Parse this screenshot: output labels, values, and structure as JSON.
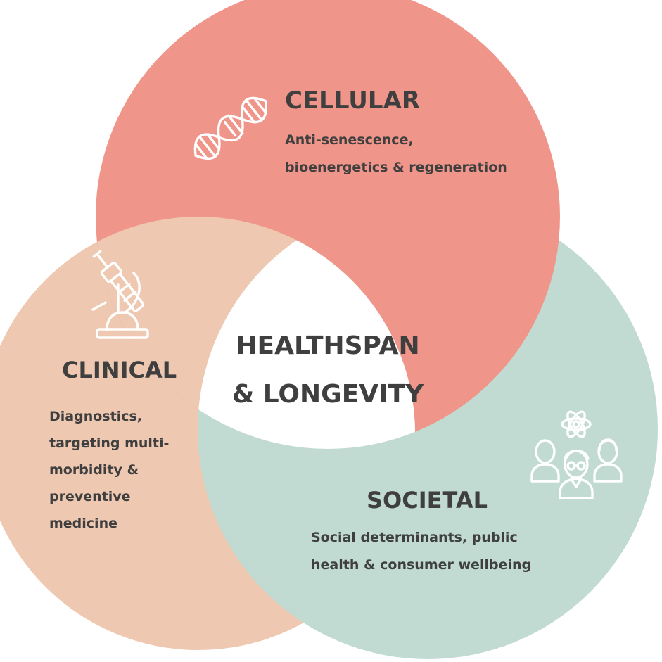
{
  "colors": {
    "cellular": "#ef958a",
    "clinical": "#eec8b0",
    "societal": "#c1dbd2",
    "center": "#ffffff",
    "text": "#3f3f3f",
    "icon": "#ffffff"
  },
  "center": {
    "line1": "HEALTHSPAN",
    "line2": "& LONGEVITY"
  },
  "cellular": {
    "title": "CELLULAR",
    "desc_line1": "Anti-senescence,",
    "desc_line2": "bioenergetics & regeneration",
    "icon": "dna-icon"
  },
  "clinical": {
    "title": "CLINICAL",
    "desc_line1": "Diagnostics,",
    "desc_line2": "targeting multi-",
    "desc_line3": "morbidity &",
    "desc_line4": "preventive",
    "desc_line5": "medicine",
    "icon": "microscope-icon"
  },
  "societal": {
    "title": "SOCIETAL",
    "desc_line1": "Social determinants, public",
    "desc_line2": "health & consumer wellbeing",
    "icon": "people-atom-icon"
  }
}
